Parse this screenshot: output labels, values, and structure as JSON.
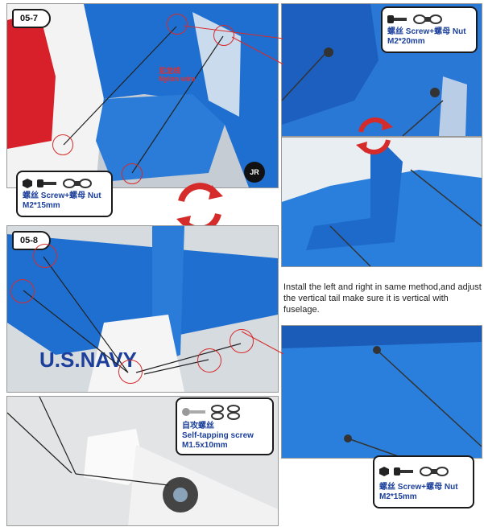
{
  "steps": {
    "step1": "05-7",
    "step2": "05-8"
  },
  "nylon_wire": {
    "cn": "尼龙线",
    "en": "Nylon wire"
  },
  "hardware": {
    "top_right": {
      "line1": "螺丝 Screw+螺母 Nut",
      "line2": "M2*20mm"
    },
    "left": {
      "line1": "螺丝 Screw+螺母 Nut",
      "line2": "M2*15mm"
    },
    "self_tap": {
      "line1": "自攻螺丝",
      "line2": "Self-tapping screw",
      "line3": "M1.5x10mm"
    },
    "bottom_right": {
      "line1": "螺丝 Screw+螺母 Nut",
      "line2": "M2*15mm"
    }
  },
  "instruction": "Install the left and right in same method,and adjust the vertical tail make sure it is vertical with fuselage.",
  "fuselage_text": "U.S.NAVY",
  "logo": "JR",
  "colors": {
    "blue": "#1f6fd0",
    "red": "#d62b2b",
    "navy": "#1b3f9a"
  },
  "icons": [
    "screw-icon",
    "nut-icon",
    "swivel-icon",
    "rotate-arrows-icon",
    "self-tapping-screw-icon"
  ]
}
